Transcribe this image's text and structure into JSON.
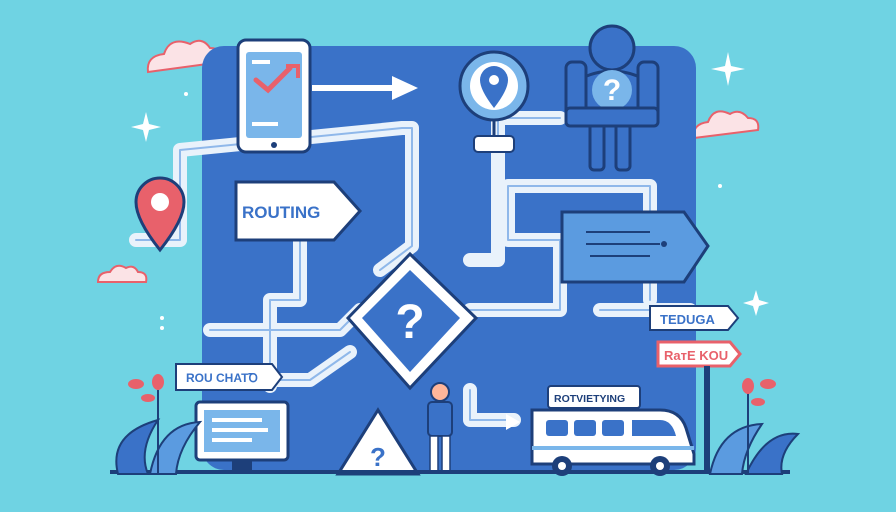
{
  "labels": {
    "routing": "ROUTING",
    "rou_chatd": "ROU CHATꝹ",
    "teduga": "TEDUGA",
    "rate_kou": "RaтE KOU",
    "van_sign": "ROTVIETYING",
    "question": "?"
  },
  "colors": {
    "background": "#6fd3e3",
    "board": "#3a72c8",
    "path": "#ffffff",
    "accent_red": "#e8616b",
    "light_blue": "#7ab6ea"
  }
}
